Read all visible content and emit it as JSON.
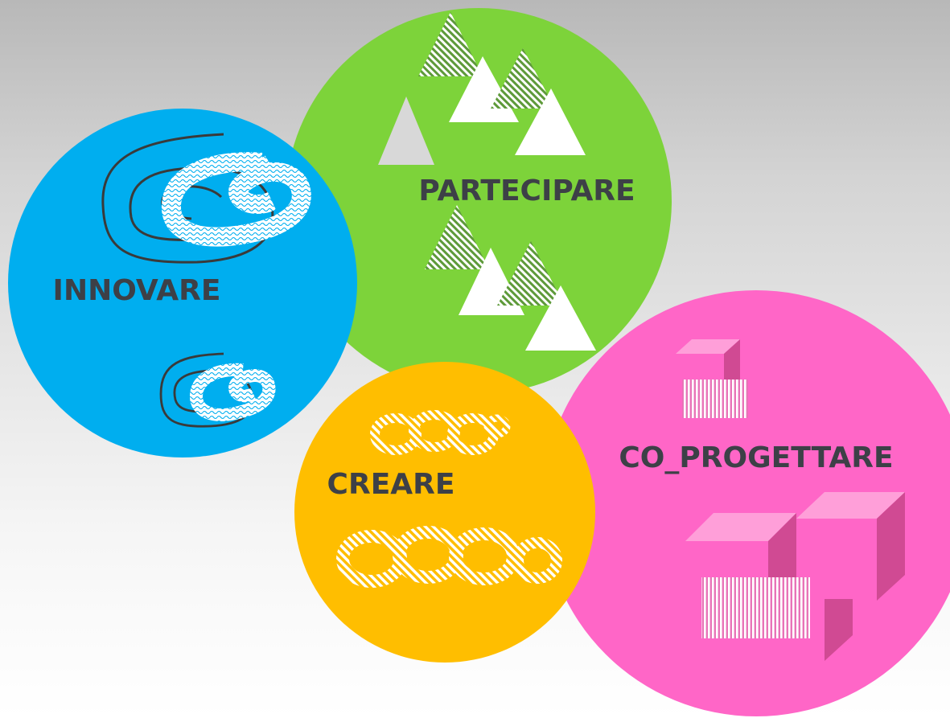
{
  "circles": {
    "innovare": {
      "label": "INNOVARE",
      "color": "#00AEEF",
      "icon": "spiral-icon"
    },
    "partecipare": {
      "label": "PARTECIPARE",
      "color": "#7DD33A",
      "icon": "triangle-icon"
    },
    "creare": {
      "label": "CREARE",
      "color": "#FFBE00",
      "icon": "chain-link-icon"
    },
    "co_progettare": {
      "label": "CO_PROGETTARE",
      "color": "#FF66C7",
      "icon": "cube-icon"
    }
  },
  "label_color": "#3d4047"
}
